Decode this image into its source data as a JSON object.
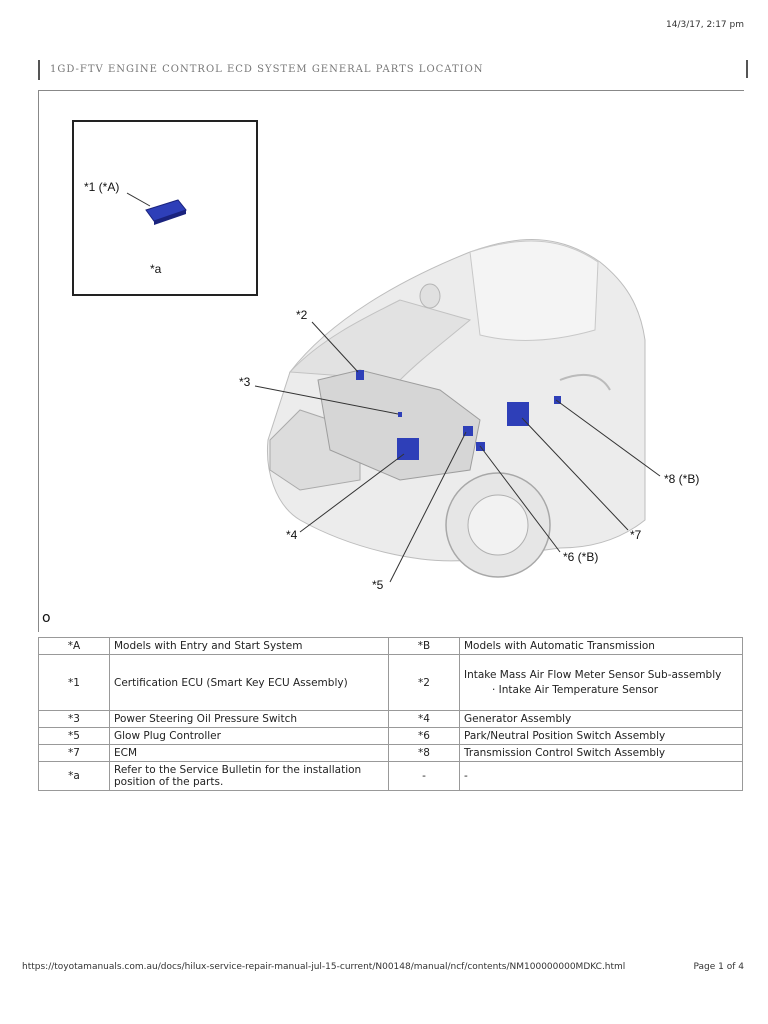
{
  "header": {
    "timestamp": "14/3/17, 2:17 pm",
    "title": "1GD-FTV ENGINE CONTROL  ECD SYSTEM  GENERAL  PARTS LOCATION"
  },
  "figure": {
    "callouts": {
      "c1": "*1 (*A)",
      "ca": "*a",
      "c2": "*2",
      "c3": "*3",
      "c4": "*4",
      "c5": "*5",
      "c6": "*6 (*B)",
      "c7": "*7",
      "c8": "*8 (*B)"
    },
    "corner_mark": "o",
    "colors": {
      "part_highlight": "#2e3fb8",
      "car_body": "#e8e8e8",
      "line": "#333333"
    }
  },
  "legend": {
    "rows": [
      {
        "c1": "*A",
        "d1": "Models with Entry and Start System",
        "c2": "*B",
        "d2": "Models with Automatic Transmission"
      },
      {
        "c1": "*1",
        "d1": "Certification ECU (Smart Key ECU Assembly)",
        "c2": "*2",
        "d2": "Intake Mass Air Flow Meter Sensor Sub-assembly",
        "d2_sub": "·  Intake Air Temperature Sensor"
      },
      {
        "c1": "*3",
        "d1": "Power Steering Oil Pressure Switch",
        "c2": "*4",
        "d2": "Generator Assembly"
      },
      {
        "c1": "*5",
        "d1": "Glow Plug Controller",
        "c2": "*6",
        "d2": "Park/Neutral Position Switch Assembly"
      },
      {
        "c1": "*7",
        "d1": "ECM",
        "c2": "*8",
        "d2": "Transmission Control Switch Assembly"
      },
      {
        "c1": "*a",
        "d1": "Refer to the Service Bulletin for the installation position of the parts.",
        "c2": "-",
        "d2": "-"
      }
    ]
  },
  "footer": {
    "url": "https://toyotamanuals.com.au/docs/hilux-service-repair-manual-jul-15-current/N00148/manual/ncf/contents/NM100000000MDKC.html",
    "page": "Page 1 of 4"
  }
}
